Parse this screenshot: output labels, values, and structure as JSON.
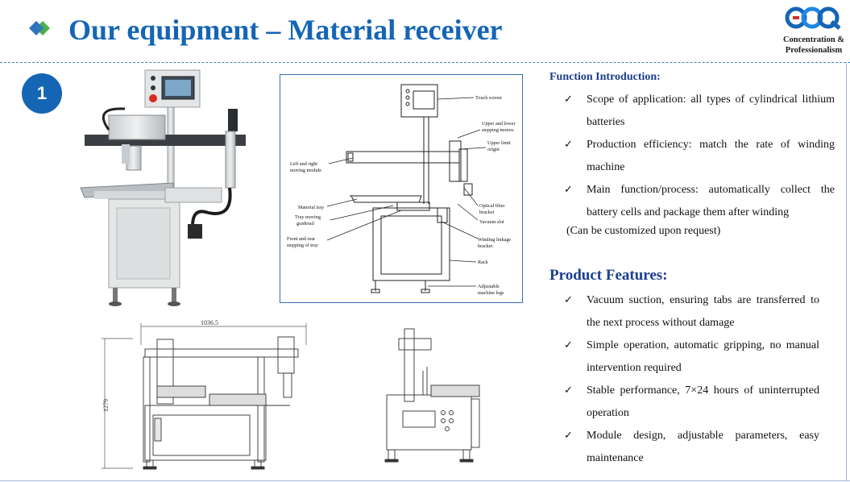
{
  "header": {
    "title": "Our equipment – Material receiver",
    "logo_text": "CQ",
    "logo_tagline_1": "Concentration &",
    "logo_tagline_2": "Professionalism"
  },
  "badge": {
    "number": "1"
  },
  "schematic": {
    "labels": {
      "touch_screen": "Touch screen",
      "stepping_1": "Upper and lower",
      "stepping_2": "stepping motors",
      "limit_1": "Upper limit",
      "limit_2": "origin",
      "lr_1": "Left and right",
      "lr_2": "moving module",
      "optical_1": "Optical fiber",
      "optical_2": "bracket",
      "vacuum": "Vacuum slot",
      "tray": "Material tray",
      "guide_1": "Tray moving",
      "guide_2": "guiderail",
      "fr_1": "Front and rear",
      "fr_2": "stepping of tray",
      "winding_1": "Winding linkage",
      "winding_2": "bracket",
      "rack": "Rack",
      "legs_1": "Adjustable",
      "legs_2": "machine legs"
    }
  },
  "drawing": {
    "width_dim": "1036.5",
    "height_dim": "1279"
  },
  "function_intro": {
    "heading": "Function Introduction:",
    "items": [
      "Scope of application: all types of cylindrical lithium batteries",
      "Production efficiency: match the rate of winding machine",
      "Main function/process: automatically collect the battery cells and package them after winding"
    ],
    "note": "(Can be customized upon request)"
  },
  "features": {
    "heading": "Product Features:",
    "items": [
      "Vacuum suction, ensuring tabs are transferred to the next process without damage",
      "Simple operation, automatic gripping, no manual intervention required",
      "Stable performance, 7×24 hours of uninterrupted operation",
      "Module design, adjustable parameters, easy maintenance"
    ]
  },
  "colors": {
    "title_blue": "#1565b5",
    "heading_navy": "#1a3e8c",
    "diamond_green": "#4caf50"
  }
}
